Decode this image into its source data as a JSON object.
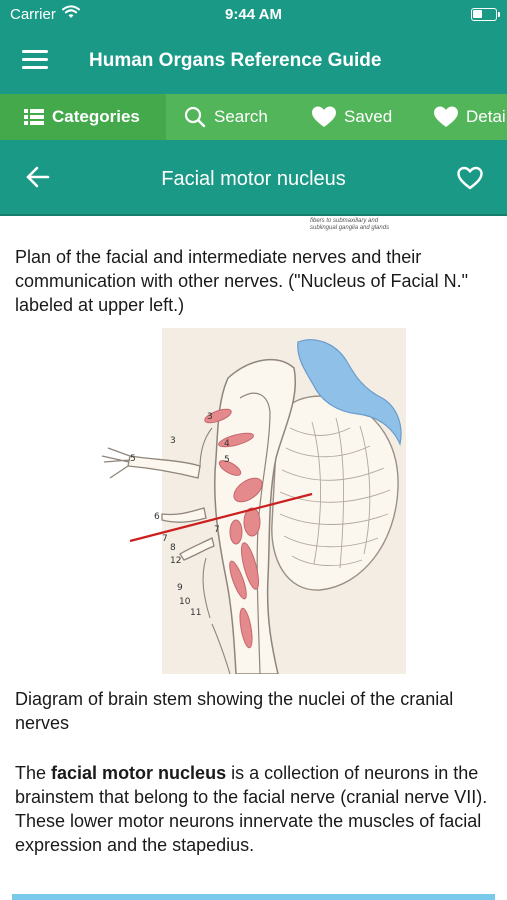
{
  "status_bar": {
    "carrier": "Carrier",
    "time": "9:44 AM"
  },
  "app_bar": {
    "title": "Human Organs Reference Guide"
  },
  "tabs": [
    {
      "label": "Categories",
      "icon": "list-icon",
      "active": true
    },
    {
      "label": "Search",
      "icon": "search-icon",
      "active": false
    },
    {
      "label": "Saved",
      "icon": "heart-icon",
      "active": false
    },
    {
      "label": "Detai",
      "icon": "heart-icon",
      "active": false
    }
  ],
  "header": {
    "title": "Facial motor nucleus"
  },
  "content": {
    "intro": "Plan of the facial and intermediate nerves and their communication with other nerves. (\"Nucleus of Facial N.\" labeled at upper left.)",
    "caption": "Diagram of brain stem showing the nuclei of the cranial nerves",
    "body_pre": "The ",
    "body_bold": "facial motor nucleus",
    "body_post": " is a collection of neurons in the brainstem that belong to the facial nerve (cranial nerve VII). These lower motor neurons innervate the muscles of facial expression and the stapedius.",
    "figure_labels": [
      "3",
      "3",
      "4",
      "5",
      "5",
      "6",
      "7",
      "7",
      "8",
      "12",
      "9",
      "10",
      "11"
    ],
    "top_fragment_lines": [
      "fibers to submaxillary and",
      "sublingual ganglia and glands"
    ]
  },
  "colors": {
    "primary": "#1a9a86",
    "tab_bar": "#52b55a",
    "nerve": "#e58a8c",
    "ventricle": "#8fc0e8",
    "pointer": "#cc1f1f"
  }
}
